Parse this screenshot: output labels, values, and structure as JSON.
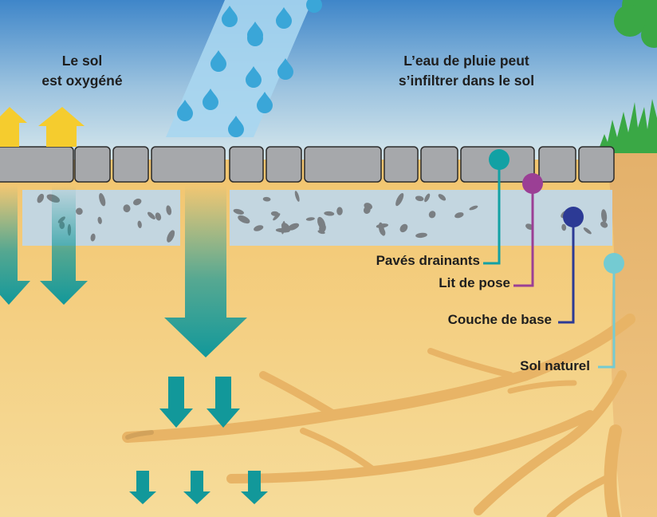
{
  "labels": {
    "sol_oxygene": [
      "Le sol",
      "est oxygéné"
    ],
    "eau_pluie": [
      "L’eau de pluie peut",
      "s’infiltrer dans le sol"
    ],
    "paves_drainants": "Pavés drainants",
    "lit_de_pose": "Lit de pose",
    "couche_de_base": "Couche de base",
    "sol_naturel": "Sol naturel"
  },
  "colors": {
    "sky_top": "#3f86c9",
    "sky_bottom": "#d6e7ec",
    "soil_top": "#f2c56f",
    "soil_bottom": "#f6dc9a",
    "bedding_layer": "#c3d6e0",
    "paver": "#a6a8ab",
    "gravel": "#7a7f83",
    "water_drop": "#3aa6d8",
    "rain_band": "#a9d6ef",
    "oxygen_arrow": "#f5cc2e",
    "infiltration_arrow": "#12989a",
    "root": "#e8b466",
    "grass": "#3aa845",
    "callout_paves": "#12a1a4",
    "callout_lit": "#9b3f95",
    "callout_couche": "#2c3a95",
    "callout_sol": "#74cbd2"
  },
  "icons": [
    "water-drop-icon",
    "oxygen-arrow-icon",
    "infiltration-arrow-icon",
    "paver-stone-icon",
    "gravel-stone-icon",
    "grass-icon",
    "root-icon"
  ]
}
